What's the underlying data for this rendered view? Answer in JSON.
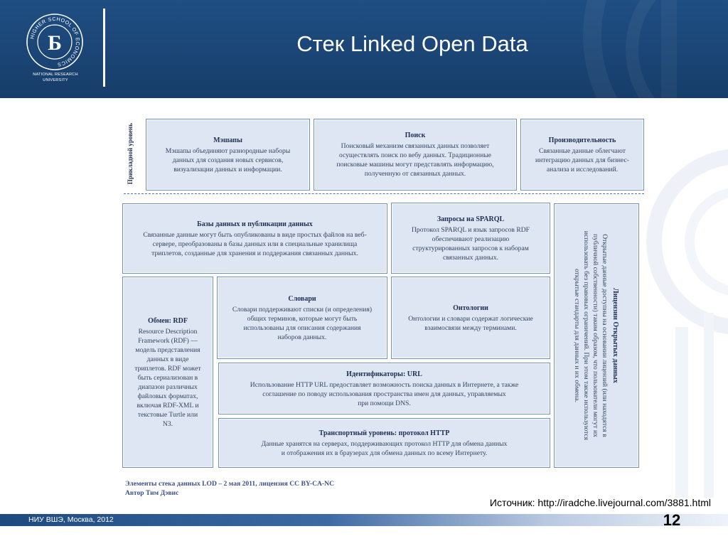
{
  "logo": {
    "ring_text": "HIGHER SCHOOL OF ECONOMICS",
    "monogram": "Б",
    "caption_line1": "NATIONAL RESEARCH",
    "caption_line2": "UNIVERSITY"
  },
  "title": "Стек Linked Open Data",
  "diagram": {
    "vertical_label": "Прикладной уровень",
    "mashups": {
      "title": "Мэшапы",
      "text": "Мэшапы объединяют разнородные наборы\nданных для создания новых сервисов,\nвизуализации данных и информации."
    },
    "search": {
      "title": "Поиск",
      "text": "Поисковый механизм связанных данных позволяет\nосуществлять поиск по вебу данных. Традиционные\nпоисковые машины могут представлять информацию,\nполученную от связанных данных."
    },
    "productivity": {
      "title": "Производительность",
      "text": "Связанные данные облегчают\nинтеграцию данных для бизнес-\nанализа и исследований."
    },
    "databases": {
      "title": "Базы данных и публикации данных",
      "text": "Связанные данные могут быть опубликованы в виде простых файлов на веб-\nсервере, преобразованы в базы данных или в специальные хранилища\nтриплетов, созданные для хранения и поддержания связанных данных."
    },
    "sparql": {
      "title": "Запросы на SPARQL",
      "text": "Протокол SPARQL и язык запросов RDF\nобеспечивают реализацию\nструктурированных запросов к наборам\nсвязанных данных."
    },
    "licenses": {
      "title": "Лицензии Открытых данных",
      "text": "Открытые данные доступны на основании лицензий (или находятся в\nпубличной собственности) таким образом, что пользователи могут их\nиспользовать без правовых ограничений. При этом также используются\nоткрытые стандарты для данных и их обмена."
    },
    "exchange": {
      "title": "Обмен: RDF",
      "text": "Resource Description\nFramework (RDF) —\nмодель представления\nданных в виде\nтриплетов. RDF может\nбыть сериализован в\nдиапазон различных\nфайловых форматах,\nвключая RDF-XML и\nтекстовые Turtle или\nN3."
    },
    "vocabularies": {
      "title": "Словари",
      "text": "Словари поддерживают списки (и определения)\nобщих терминов, которые могут быть\nиспользованы для описания содержания\nнаборов данных."
    },
    "ontologies": {
      "title": "Онтологии",
      "text": "Онтологии и словари содержат логические\nвзаимосвязи между терминами."
    },
    "identifiers": {
      "title": "Идентификаторы: URL",
      "text": "Использование HTTP URL предоставляет возможность поиска данных в Интернете, а также\nсоглашение по поводу использования пространства имен для данных, управляемых\nпри помощи DNS."
    },
    "transport": {
      "title": "Транспортный уровень: протокол HTTP",
      "text": "Данные хранятся на серверах, поддерживающих протокол HTTP для обмена данных\nи отображения их в браузерах для обмена данных по всему Интернету."
    },
    "caption": "Элементы стека данных LOD – 2 мая 2011, лицензия CC BY-CA-NC\nАвтор Тим Дэвис"
  },
  "source": "Источник: http://iradche.livejournal.com/3881.html",
  "footer": {
    "text": "НИУ ВШЭ, Москва, 2012",
    "page_number": "12"
  },
  "colors": {
    "header": "#1b4575",
    "box_fill": "#dde6f2",
    "box_border": "#6e8fc0",
    "caption": "#3d4f8a"
  }
}
